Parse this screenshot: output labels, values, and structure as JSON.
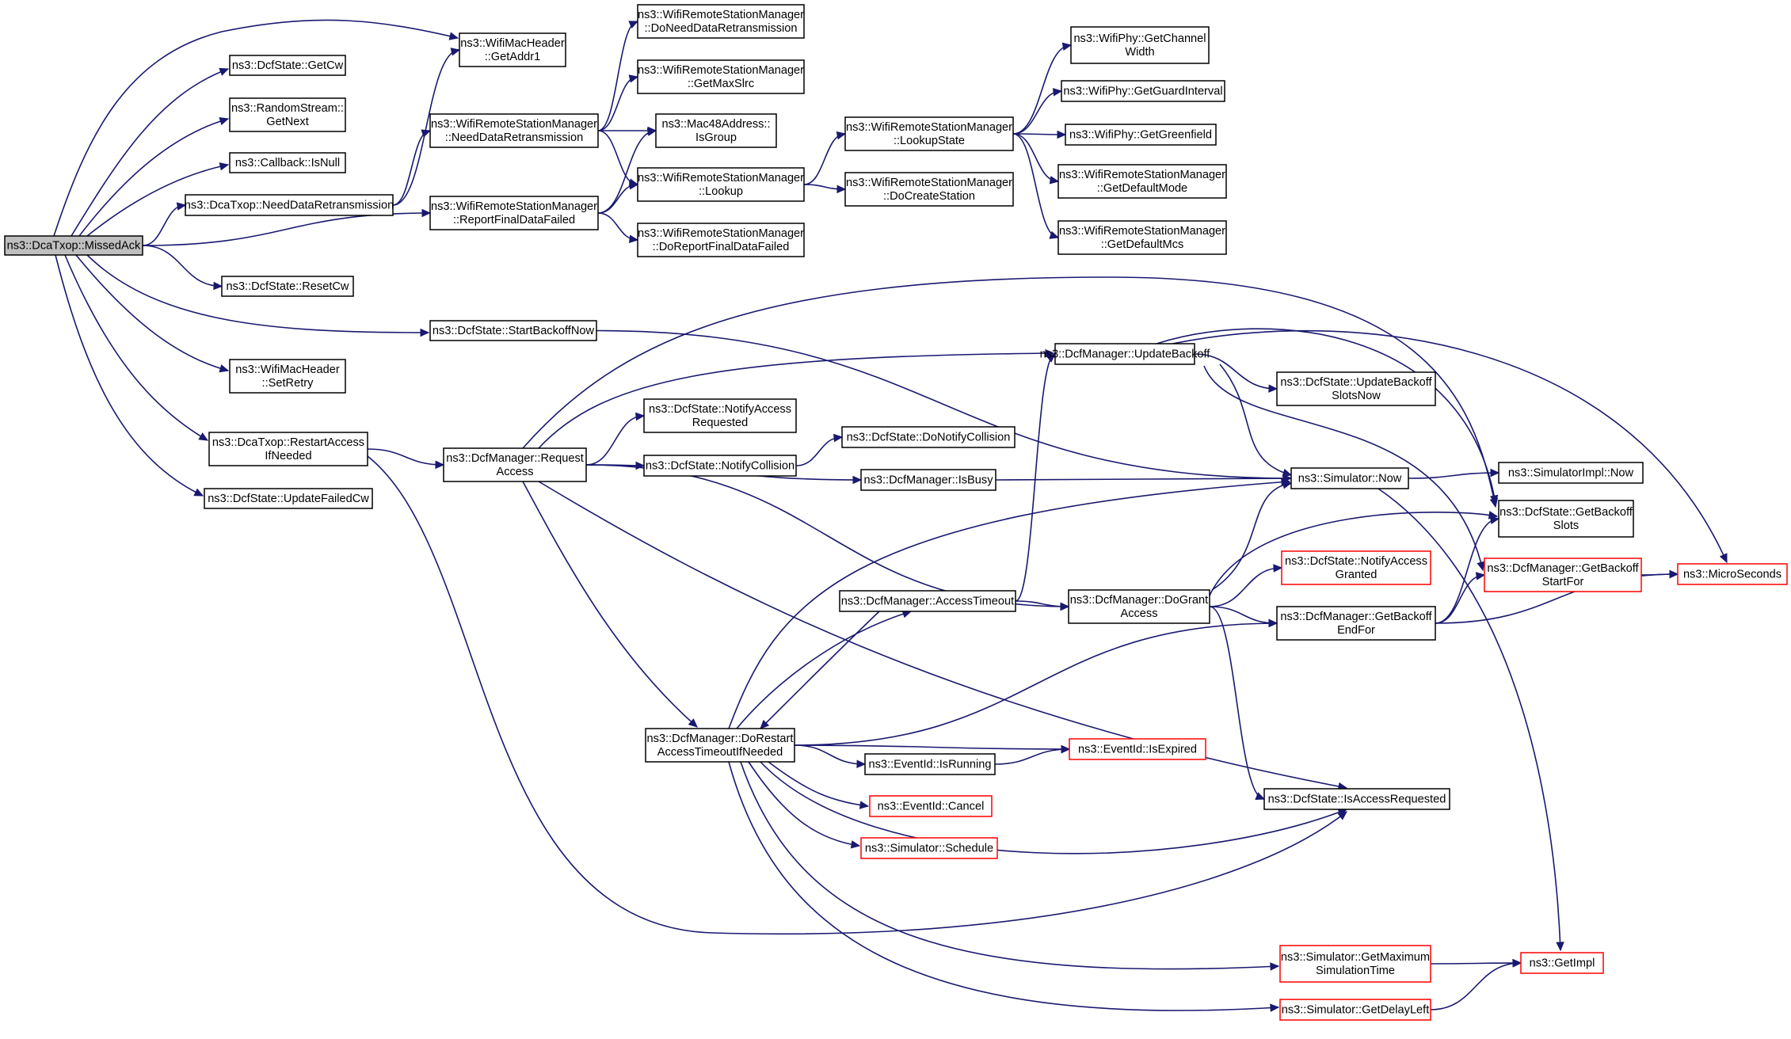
{
  "nodes": [
    {
      "id": "root",
      "kind": "root",
      "lines": [
        "ns3::DcaTxop::MissedAck"
      ]
    },
    {
      "id": "getaddr1",
      "kind": "normal",
      "lines": [
        "ns3::WifiMacHeader",
        "::GetAddr1"
      ]
    },
    {
      "id": "getcw",
      "kind": "normal",
      "lines": [
        "ns3::DcfState::GetCw"
      ]
    },
    {
      "id": "randomnext",
      "kind": "normal",
      "lines": [
        "ns3::RandomStream::",
        "GetNext"
      ]
    },
    {
      "id": "isnull",
      "kind": "normal",
      "lines": [
        "ns3::Callback::IsNull"
      ]
    },
    {
      "id": "dcaneeddata",
      "kind": "normal",
      "lines": [
        "ns3::DcaTxop::NeedDataRetransmission"
      ]
    },
    {
      "id": "resetcw",
      "kind": "normal",
      "lines": [
        "ns3::DcfState::ResetCw"
      ]
    },
    {
      "id": "startbackoff",
      "kind": "normal",
      "lines": [
        "ns3::DcfState::StartBackoffNow"
      ]
    },
    {
      "id": "setretry",
      "kind": "normal",
      "lines": [
        "ns3::WifiMacHeader",
        "::SetRetry"
      ]
    },
    {
      "id": "restartaccess",
      "kind": "normal",
      "lines": [
        "ns3::DcaTxop::RestartAccess",
        "IfNeeded"
      ]
    },
    {
      "id": "updatefailedcw",
      "kind": "normal",
      "lines": [
        "ns3::DcfState::UpdateFailedCw"
      ]
    },
    {
      "id": "wrsmneeddata",
      "kind": "normal",
      "lines": [
        "ns3::WifiRemoteStationManager",
        "::NeedDataRetransmission"
      ]
    },
    {
      "id": "reportfinal",
      "kind": "normal",
      "lines": [
        "ns3::WifiRemoteStationManager",
        "::ReportFinalDataFailed"
      ]
    },
    {
      "id": "doneeddata",
      "kind": "normal",
      "lines": [
        "ns3::WifiRemoteStationManager",
        "::DoNeedDataRetransmission"
      ]
    },
    {
      "id": "getmaxslrc",
      "kind": "normal",
      "lines": [
        "ns3::WifiRemoteStationManager",
        "::GetMaxSlrc"
      ]
    },
    {
      "id": "isgroup",
      "kind": "normal",
      "lines": [
        "ns3::Mac48Address::",
        "IsGroup"
      ]
    },
    {
      "id": "lookup",
      "kind": "normal",
      "lines": [
        "ns3::WifiRemoteStationManager",
        "::Lookup"
      ]
    },
    {
      "id": "doreportfinal",
      "kind": "normal",
      "lines": [
        "ns3::WifiRemoteStationManager",
        "::DoReportFinalDataFailed"
      ]
    },
    {
      "id": "lookupstate",
      "kind": "normal",
      "lines": [
        "ns3::WifiRemoteStationManager",
        "::LookupState"
      ]
    },
    {
      "id": "docreatestation",
      "kind": "normal",
      "lines": [
        "ns3::WifiRemoteStationManager",
        "::DoCreateStation"
      ]
    },
    {
      "id": "getchannelwidth",
      "kind": "normal",
      "lines": [
        "ns3::WifiPhy::GetChannel",
        "Width"
      ]
    },
    {
      "id": "getguardinterval",
      "kind": "normal",
      "lines": [
        "ns3::WifiPhy::GetGuardInterval"
      ]
    },
    {
      "id": "getgreenfield",
      "kind": "normal",
      "lines": [
        "ns3::WifiPhy::GetGreenfield"
      ]
    },
    {
      "id": "getdefaultmode",
      "kind": "normal",
      "lines": [
        "ns3::WifiRemoteStationManager",
        "::GetDefaultMode"
      ]
    },
    {
      "id": "getdefaultmcs",
      "kind": "normal",
      "lines": [
        "ns3::WifiRemoteStationManager",
        "::GetDefaultMcs"
      ]
    },
    {
      "id": "requestaccess",
      "kind": "normal",
      "lines": [
        "ns3::DcfManager::Request",
        "Access"
      ]
    },
    {
      "id": "updatebackoff",
      "kind": "normal",
      "lines": [
        "ns3::DcfManager::UpdateBackoff"
      ]
    },
    {
      "id": "updatebackoffslots",
      "kind": "normal",
      "lines": [
        "ns3::DcfState::UpdateBackoff",
        "SlotsNow"
      ]
    },
    {
      "id": "notifyaccessreq",
      "kind": "normal",
      "lines": [
        "ns3::DcfState::NotifyAccess",
        "Requested"
      ]
    },
    {
      "id": "notifycollision",
      "kind": "normal",
      "lines": [
        "ns3::DcfState::NotifyCollision"
      ]
    },
    {
      "id": "donotifycollision",
      "kind": "normal",
      "lines": [
        "ns3::DcfState::DoNotifyCollision"
      ]
    },
    {
      "id": "isbusy",
      "kind": "normal",
      "lines": [
        "ns3::DcfManager::IsBusy"
      ]
    },
    {
      "id": "simnow",
      "kind": "normal",
      "lines": [
        "ns3::Simulator::Now"
      ]
    },
    {
      "id": "simimplnow",
      "kind": "normal",
      "lines": [
        "ns3::SimulatorImpl::Now"
      ]
    },
    {
      "id": "getbackoffslots",
      "kind": "normal",
      "lines": [
        "ns3::DcfState::GetBackoff",
        "Slots"
      ]
    },
    {
      "id": "notifyaccessgranted",
      "kind": "red",
      "lines": [
        "ns3::DcfState::NotifyAccess",
        "Granted"
      ]
    },
    {
      "id": "getbackoffstart",
      "kind": "red",
      "lines": [
        "ns3::DcfManager::GetBackoff",
        "StartFor"
      ]
    },
    {
      "id": "microseconds",
      "kind": "red",
      "lines": [
        "ns3::MicroSeconds"
      ]
    },
    {
      "id": "accesstimeout",
      "kind": "normal",
      "lines": [
        "ns3::DcfManager::AccessTimeout"
      ]
    },
    {
      "id": "dogrant",
      "kind": "normal",
      "lines": [
        "ns3::DcfManager::DoGrant",
        "Access"
      ]
    },
    {
      "id": "getbackoffend",
      "kind": "normal",
      "lines": [
        "ns3::DcfManager::GetBackoff",
        "EndFor"
      ]
    },
    {
      "id": "dorestart",
      "kind": "normal",
      "lines": [
        "ns3::DcfManager::DoRestart",
        "AccessTimeoutIfNeeded"
      ]
    },
    {
      "id": "isrunning",
      "kind": "normal",
      "lines": [
        "ns3::EventId::IsRunning"
      ]
    },
    {
      "id": "isexpired",
      "kind": "red",
      "lines": [
        "ns3::EventId::IsExpired"
      ]
    },
    {
      "id": "cancel",
      "kind": "red",
      "lines": [
        "ns3::EventId::Cancel"
      ]
    },
    {
      "id": "schedule",
      "kind": "red",
      "lines": [
        "ns3::Simulator::Schedule"
      ]
    },
    {
      "id": "isaccessrequested",
      "kind": "normal",
      "lines": [
        "ns3::DcfState::IsAccessRequested"
      ]
    },
    {
      "id": "getmaxsimtime",
      "kind": "red",
      "lines": [
        "ns3::Simulator::GetMaximum",
        "SimulationTime"
      ]
    },
    {
      "id": "getdelayleft",
      "kind": "red",
      "lines": [
        "ns3::Simulator::GetDelayLeft"
      ]
    },
    {
      "id": "getimpl",
      "kind": "red",
      "lines": [
        "ns3::GetImpl"
      ]
    }
  ],
  "edges": [
    [
      "root",
      "getaddr1"
    ],
    [
      "root",
      "getcw"
    ],
    [
      "root",
      "randomnext"
    ],
    [
      "root",
      "isnull"
    ],
    [
      "root",
      "dcaneeddata"
    ],
    [
      "root",
      "reportfinal"
    ],
    [
      "root",
      "resetcw"
    ],
    [
      "root",
      "startbackoff"
    ],
    [
      "root",
      "setretry"
    ],
    [
      "root",
      "restartaccess"
    ],
    [
      "root",
      "updatefailedcw"
    ],
    [
      "dcaneeddata",
      "getaddr1"
    ],
    [
      "dcaneeddata",
      "wrsmneeddata"
    ],
    [
      "wrsmneeddata",
      "doneeddata"
    ],
    [
      "wrsmneeddata",
      "getmaxslrc"
    ],
    [
      "wrsmneeddata",
      "isgroup"
    ],
    [
      "wrsmneeddata",
      "lookup"
    ],
    [
      "reportfinal",
      "isgroup"
    ],
    [
      "reportfinal",
      "lookup"
    ],
    [
      "reportfinal",
      "doreportfinal"
    ],
    [
      "lookup",
      "lookupstate"
    ],
    [
      "lookup",
      "docreatestation"
    ],
    [
      "lookupstate",
      "getchannelwidth"
    ],
    [
      "lookupstate",
      "getguardinterval"
    ],
    [
      "lookupstate",
      "getgreenfield"
    ],
    [
      "lookupstate",
      "getdefaultmode"
    ],
    [
      "lookupstate",
      "getdefaultmcs"
    ],
    [
      "startbackoff",
      "simnow"
    ],
    [
      "restartaccess",
      "requestaccess"
    ],
    [
      "restartaccess",
      "isaccessrequested"
    ],
    [
      "requestaccess",
      "updatebackoff"
    ],
    [
      "requestaccess",
      "getbackoffslots"
    ],
    [
      "requestaccess",
      "notifyaccessreq"
    ],
    [
      "requestaccess",
      "notifycollision"
    ],
    [
      "requestaccess",
      "isbusy"
    ],
    [
      "requestaccess",
      "dogrant"
    ],
    [
      "requestaccess",
      "dorestart"
    ],
    [
      "requestaccess",
      "isaccessrequested"
    ],
    [
      "notifycollision",
      "donotifycollision"
    ],
    [
      "updatebackoff",
      "updatebackoffslots"
    ],
    [
      "updatebackoff",
      "simnow"
    ],
    [
      "updatebackoff",
      "getbackoffslots"
    ],
    [
      "updatebackoff",
      "getbackoffstart"
    ],
    [
      "updatebackoff",
      "microseconds"
    ],
    [
      "isbusy",
      "simnow"
    ],
    [
      "simnow",
      "simimplnow"
    ],
    [
      "simnow",
      "getimpl"
    ],
    [
      "accesstimeout",
      "updatebackoff"
    ],
    [
      "accesstimeout",
      "dogrant"
    ],
    [
      "accesstimeout",
      "dorestart"
    ],
    [
      "dogrant",
      "simnow"
    ],
    [
      "dogrant",
      "getbackoffslots"
    ],
    [
      "dogrant",
      "notifyaccessgranted"
    ],
    [
      "dogrant",
      "getbackoffend"
    ],
    [
      "dogrant",
      "isaccessrequested"
    ],
    [
      "getbackoffend",
      "getbackoffslots"
    ],
    [
      "getbackoffend",
      "getbackoffstart"
    ],
    [
      "getbackoffend",
      "microseconds"
    ],
    [
      "getbackoffstart",
      "microseconds"
    ],
    [
      "dorestart",
      "simnow"
    ],
    [
      "dorestart",
      "accesstimeout"
    ],
    [
      "dorestart",
      "getbackoffend"
    ],
    [
      "dorestart",
      "isrunning"
    ],
    [
      "dorestart",
      "isexpired"
    ],
    [
      "dorestart",
      "cancel"
    ],
    [
      "dorestart",
      "schedule"
    ],
    [
      "dorestart",
      "isaccessrequested"
    ],
    [
      "dorestart",
      "getmaxsimtime"
    ],
    [
      "dorestart",
      "getdelayleft"
    ],
    [
      "isrunning",
      "isexpired"
    ],
    [
      "getmaxsimtime",
      "getimpl"
    ],
    [
      "getdelayleft",
      "getimpl"
    ]
  ]
}
